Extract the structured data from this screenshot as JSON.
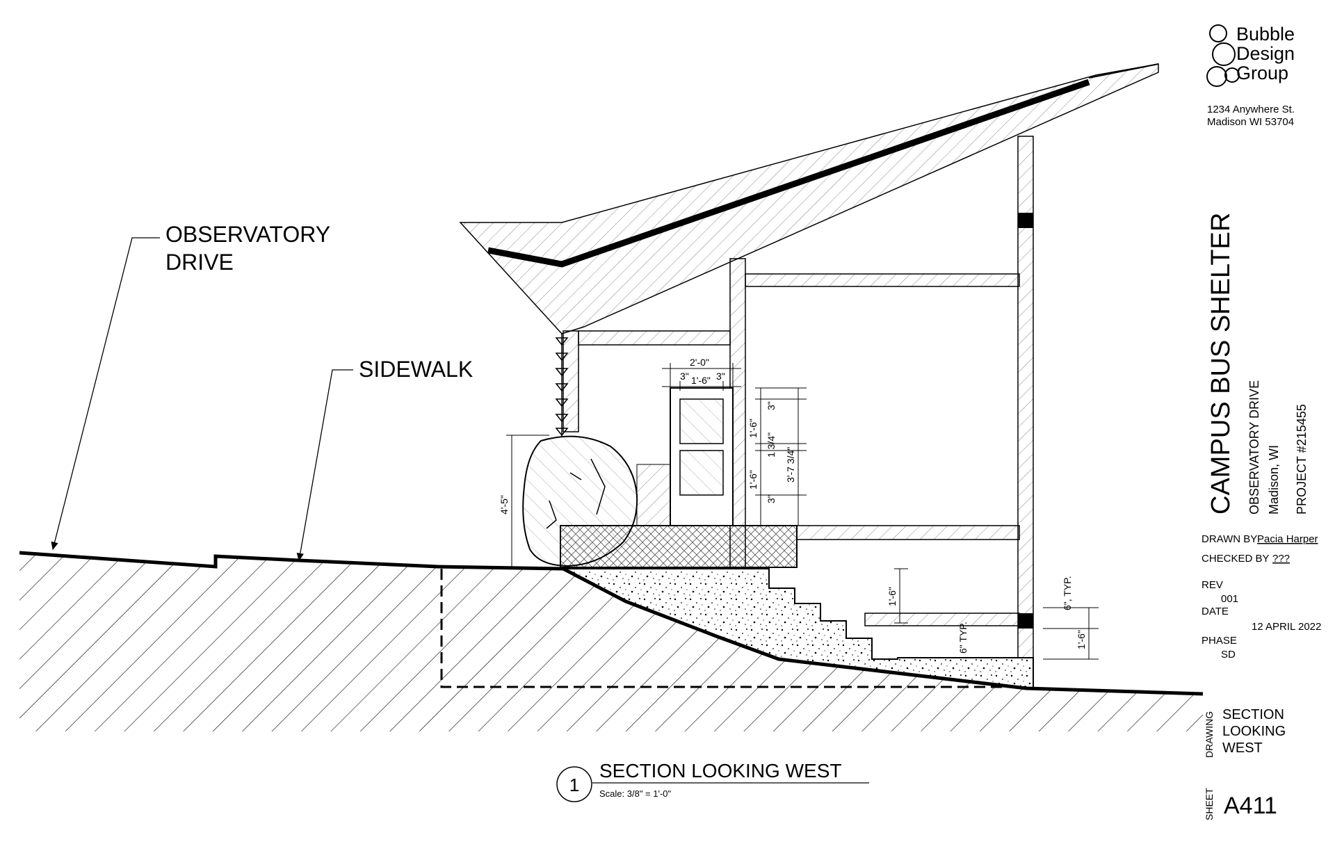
{
  "firm": {
    "logo_text": [
      "Bubble",
      "Design",
      "Group"
    ],
    "address_line1": "1234 Anywhere St.",
    "address_line2": "Madison WI 53704"
  },
  "project": {
    "title": "CAMPUS BUS SHELTER",
    "street": "OBSERVATORY DRIVE",
    "city": "Madison, WI",
    "number": "PROJECT #215455"
  },
  "title_block": {
    "drawn_by_label": "DRAWN BY",
    "drawn_by": "Pacia Harper",
    "checked_by_label": "CHECKED BY",
    "checked_by": "???",
    "rev_label": "REV",
    "rev": "001",
    "date_label": "DATE",
    "date": "12 APRIL 2022",
    "phase_label": "PHASE",
    "phase": "SD",
    "drawing_label": "DRAWING",
    "drawing_lines": [
      "SECTION",
      "LOOKING",
      "WEST"
    ],
    "sheet_label": "SHEET",
    "sheet": "A411"
  },
  "drawing": {
    "labels": {
      "observatory_drive_line1": "OBSERVATORY",
      "observatory_drive_line2": "DRIVE",
      "sidewalk": "SIDEWALK"
    },
    "dimensions": {
      "width_overall": "2'-0\"",
      "width_left": "3\"",
      "width_mid": "1'-6\"",
      "width_right": "3\"",
      "panel_upper": "1'-6\"",
      "panel_lower": "1'-6\"",
      "gap": "1 3/4\"",
      "top_gap": "3\"",
      "bottom_gap": "3\"",
      "panel_total": "3'-7 3/4\"",
      "boulder_height": "4'-5\"",
      "stair_rise": "1'-6\"",
      "step_typ": "6\" TYP.",
      "step_typ_right": "6\", TYP.",
      "floor_height": "1'-6\""
    },
    "caption": {
      "number": "1",
      "title": "SECTION LOOKING WEST",
      "scale": "Scale: 3/8\" = 1'-0\""
    }
  }
}
